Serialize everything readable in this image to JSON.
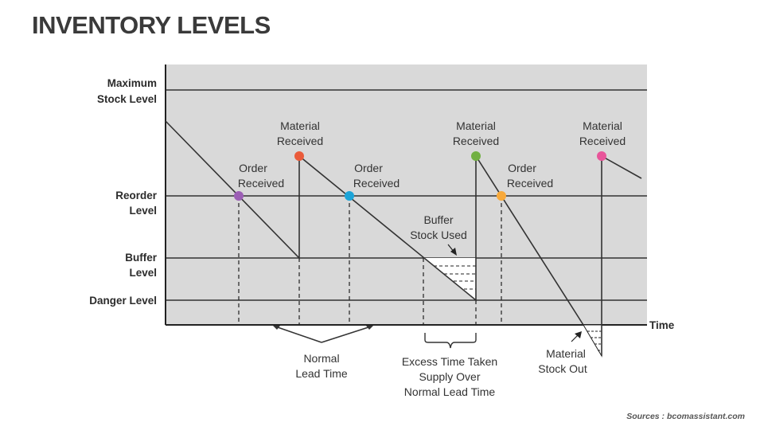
{
  "title": "INVENTORY LEVELS",
  "source": "Sources : bcomassistant.com",
  "levels": {
    "maximum": [
      "Maximum",
      "Stock Level"
    ],
    "reorder": [
      "Reorder",
      "Level"
    ],
    "buffer": [
      "Buffer",
      "Level"
    ],
    "danger": "Danger Level"
  },
  "axis": {
    "x_label": "Time"
  },
  "annotations": {
    "order_received": [
      "Order",
      "Received"
    ],
    "material_received": [
      "Material",
      "Received"
    ],
    "buffer_stock_used": [
      "Buffer",
      "Stock Used"
    ],
    "normal_lead_time": [
      "Normal",
      "Lead Time"
    ],
    "excess_time": [
      "Excess Time Taken",
      "Supply Over",
      "Normal Lead Time"
    ],
    "material_stock_out": [
      "Material",
      "Stock Out"
    ]
  },
  "colors": {
    "order_1": "#9c5fb5",
    "material_1": "#ea5b3a",
    "order_2": "#1ca4d8",
    "material_2": "#72b043",
    "order_3": "#f8a93a",
    "material_3": "#e8559a",
    "plot_background": "#d9d9d9"
  }
}
